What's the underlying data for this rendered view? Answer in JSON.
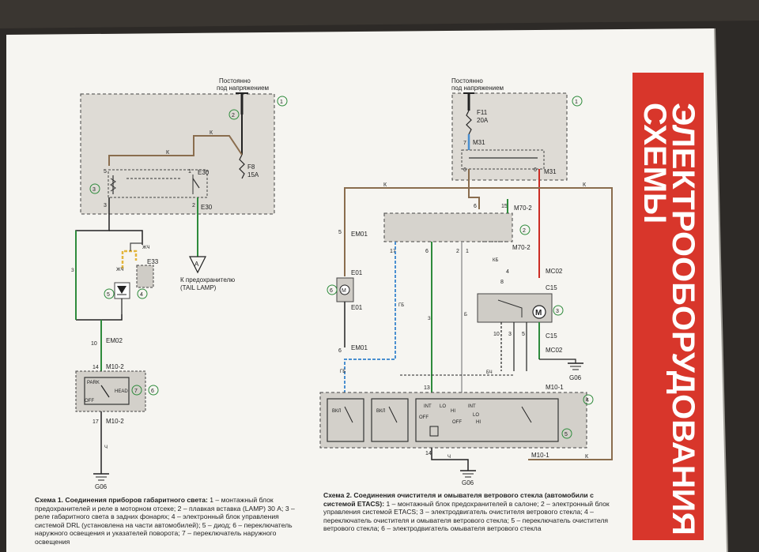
{
  "header": {
    "title_line1": "СХЕМЫ",
    "title_line2": "ЭЛЕКТРООБОРУДОВАНИЯ",
    "accent_color": "#d8362b",
    "paper_color": "#f6f5f1"
  },
  "scheme1": {
    "supply_line1": "Постоянно",
    "supply_line2": "под напряжением",
    "fuse_id": "F8",
    "fuse_rating": "15A",
    "connectors": {
      "e30": "E30",
      "e33": "E33",
      "em02": "EM02",
      "m10_2": "M10-2",
      "g06": "G06"
    },
    "tail_lamp_marker": "A",
    "tail_lamp_line1": "К предохранителю",
    "tail_lamp_line2": "(TAIL LAMP)",
    "switch_labels": {
      "park": "PARK",
      "head": "HEAD",
      "off": "OFF"
    },
    "wire_labels": {
      "k": "К",
      "z": "З",
      "zhch": "ЖЧ"
    },
    "pin_numbers": {
      "p5": "5",
      "p1": "1",
      "p3a": "3",
      "p2": "2",
      "p3b": "3",
      "p10": "10",
      "p14": "14",
      "p17": "17"
    },
    "callouts": {
      "c1": "1",
      "c2": "2",
      "c3": "3",
      "c4": "4",
      "c5": "5",
      "c6": "6",
      "c7": "7"
    }
  },
  "scheme2": {
    "supply_line1": "Постоянно",
    "supply_line2": "под напряжением",
    "fuse_id": "F11",
    "fuse_rating": "20A",
    "connectors": {
      "m31a": "M31",
      "m31b": "M31",
      "m70_2a": "M70-2",
      "m70_2b": "M70-2",
      "em01a": "EM01",
      "em01b": "EM01",
      "e01a": "E01",
      "e01b": "E01",
      "mc02a": "MC02",
      "mc02b": "MC02",
      "c15a": "C15",
      "c15b": "C15",
      "m10_1a": "M10-1",
      "m10_1b": "M10-1",
      "g06a": "G06",
      "g06b": "G06"
    },
    "switch_labels": {
      "vkl1": "ВКЛ",
      "vkl2": "ВКЛ",
      "int1": "INT",
      "int2": "INT",
      "lo1": "LO",
      "lo2": "LO",
      "hi1": "HI",
      "hi2": "HI",
      "off1": "OFF",
      "off2": "OFF"
    },
    "wire_labels": {
      "k": "К",
      "z": "З",
      "b": "Б",
      "gb": "ГБ",
      "bch": "БЧ",
      "ch": "Ч",
      "kb": "КБ"
    },
    "pin_numbers": {
      "p7": "7",
      "p6a": "6",
      "p6b": "6",
      "p15": "15",
      "p5a": "5",
      "p17": "17",
      "p6c": "6",
      "p2": "2",
      "p1": "1",
      "p4": "4",
      "p8": "8",
      "p13": "13",
      "p14": "14",
      "p3": "3",
      "p10": "10",
      "p5b": "5"
    },
    "callouts": {
      "c1": "1",
      "c2": "2",
      "c3": "3",
      "c4": "4",
      "c5": "5",
      "c6": "6"
    }
  },
  "caption1": {
    "title": "Схема 1. Соединения приборов габаритного света:",
    "text": " 1 – монтажный блок предохранителей и реле в моторном отсеке; 2 – плавкая вставка (LAMP) 30 А; 3 – реле габаритного света в задних фонарях; 4 – электронный блок управления системой DRL (установлена на части автомобилей); 5 – диод; 6 – переключатель наружного освещения и указателей поворота; 7 – переключатель наружного освещения"
  },
  "caption2": {
    "title": "Схема 2. Соединения очистителя и омывателя ветрового стекла (автомобили с системой ETACS):",
    "text": " 1 – монтажный блок предохранителей в салоне; 2 – электронный блок управления системой ETACS; 3 – электродвигатель очистителя ветрового стекла; 4 – переключатель очистителя и омывателя ветрового стекла; 5 – переключатель очистителя ветрового стекла; 6 – электродвигатель омывателя ветрового стекла"
  }
}
